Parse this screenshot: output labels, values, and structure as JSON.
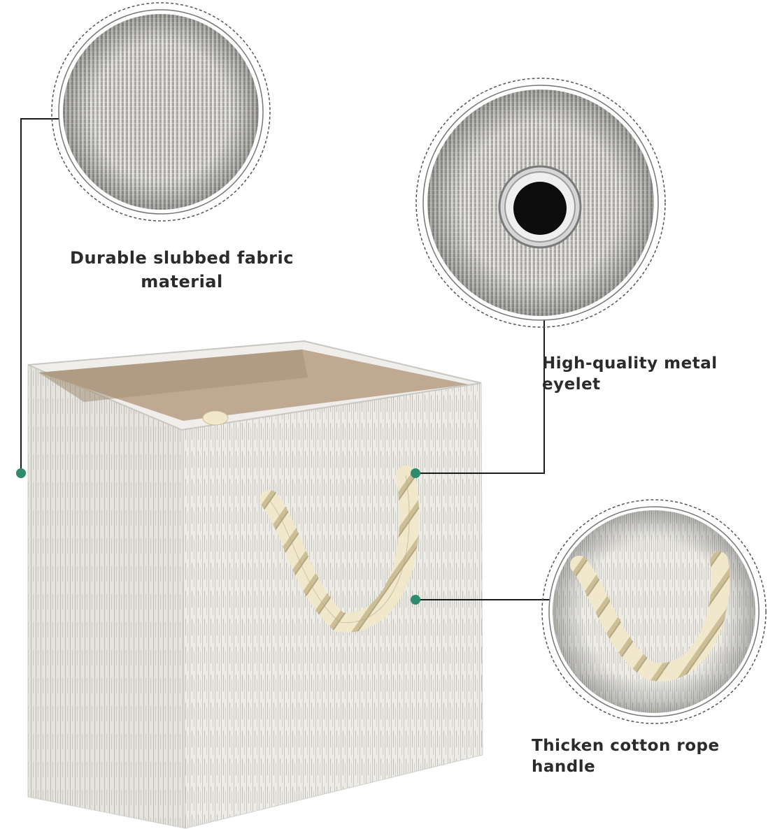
{
  "callouts": {
    "fabric": {
      "line1": "Durable slubbed fabric",
      "line2": "material"
    },
    "eyelet": {
      "text": "High-quality metal eyelet"
    },
    "rope": {
      "text": "Thicken cotton rope handle"
    }
  },
  "colors": {
    "accent_dot": "#2e8b6e",
    "leader_line": "#1a1a1a",
    "fabric_light": "#ecebe6",
    "fabric_dark": "#9a9994",
    "interior": "#bfa992",
    "rope": "#f1e8cc"
  },
  "icons": [
    "fabric-detail-icon",
    "eyelet-detail-icon",
    "rope-handle-detail-icon"
  ]
}
